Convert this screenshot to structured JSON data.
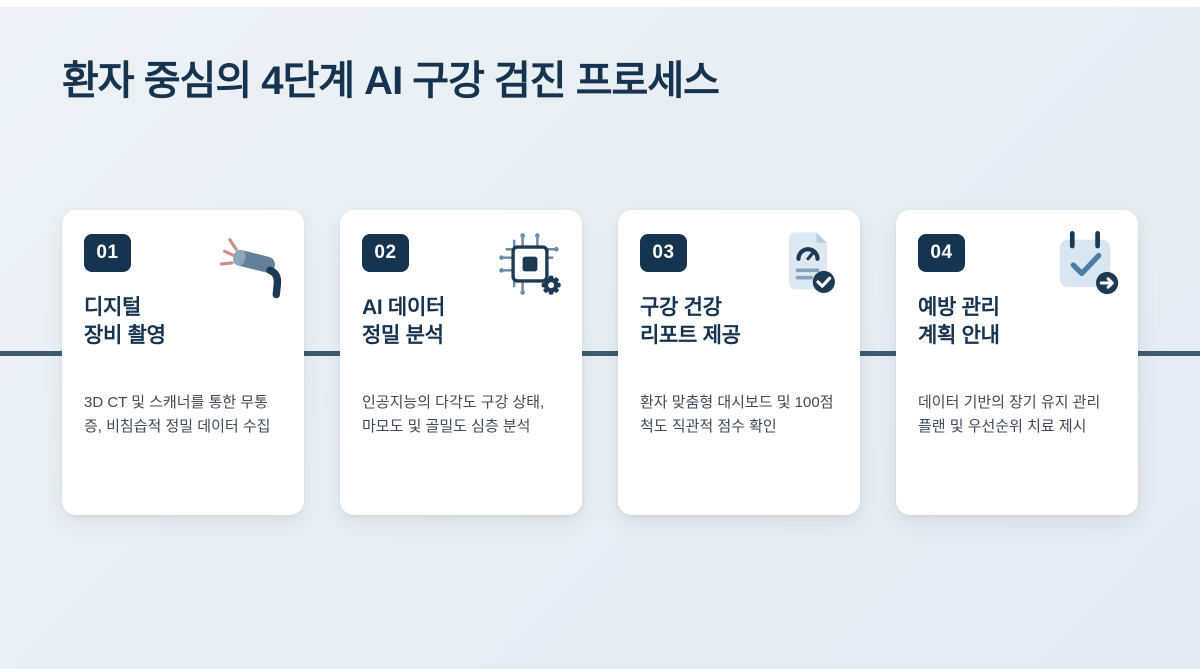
{
  "page": {
    "title": "환자 중심의 4단계 AI 구강 검진 프로세스"
  },
  "colors": {
    "background": "#e7edf3",
    "card_background": "#ffffff",
    "navy": "#16334f",
    "timeline": "#3e5b6f",
    "body_text": "#3d4a57",
    "icon_slate": "#627f9c",
    "icon_light_blue": "#d9e6f2",
    "icon_ray_accent": "#d08c8c",
    "icon_check_blue": "#4d7ca6"
  },
  "steps": [
    {
      "number": "01",
      "icon": "intraoral-scanner-icon",
      "title_line1": "디지털",
      "title_line2": "장비 촬영",
      "description": "3D CT 및 스캐너를 통한 무통증, 비침습적 정밀 데이터 수집"
    },
    {
      "number": "02",
      "icon": "ai-chip-gear-icon",
      "title_line1": "AI 데이터",
      "title_line2": "정밀 분석",
      "description": "인공지능의 다각도 구강 상태, 마모도 및 골밀도 심층 분석"
    },
    {
      "number": "03",
      "icon": "report-gauge-check-icon",
      "title_line1": "구강 건강",
      "title_line2": "리포트 제공",
      "description": "환자 맞춤형 대시보드 및 100점 척도 직관적 점수 확인"
    },
    {
      "number": "04",
      "icon": "calendar-check-arrow-icon",
      "title_line1": "예방 관리",
      "title_line2": "계획 안내",
      "description": "데이터 기반의 장기 유지 관리 플랜 및 우선순위 치료 제시"
    }
  ]
}
